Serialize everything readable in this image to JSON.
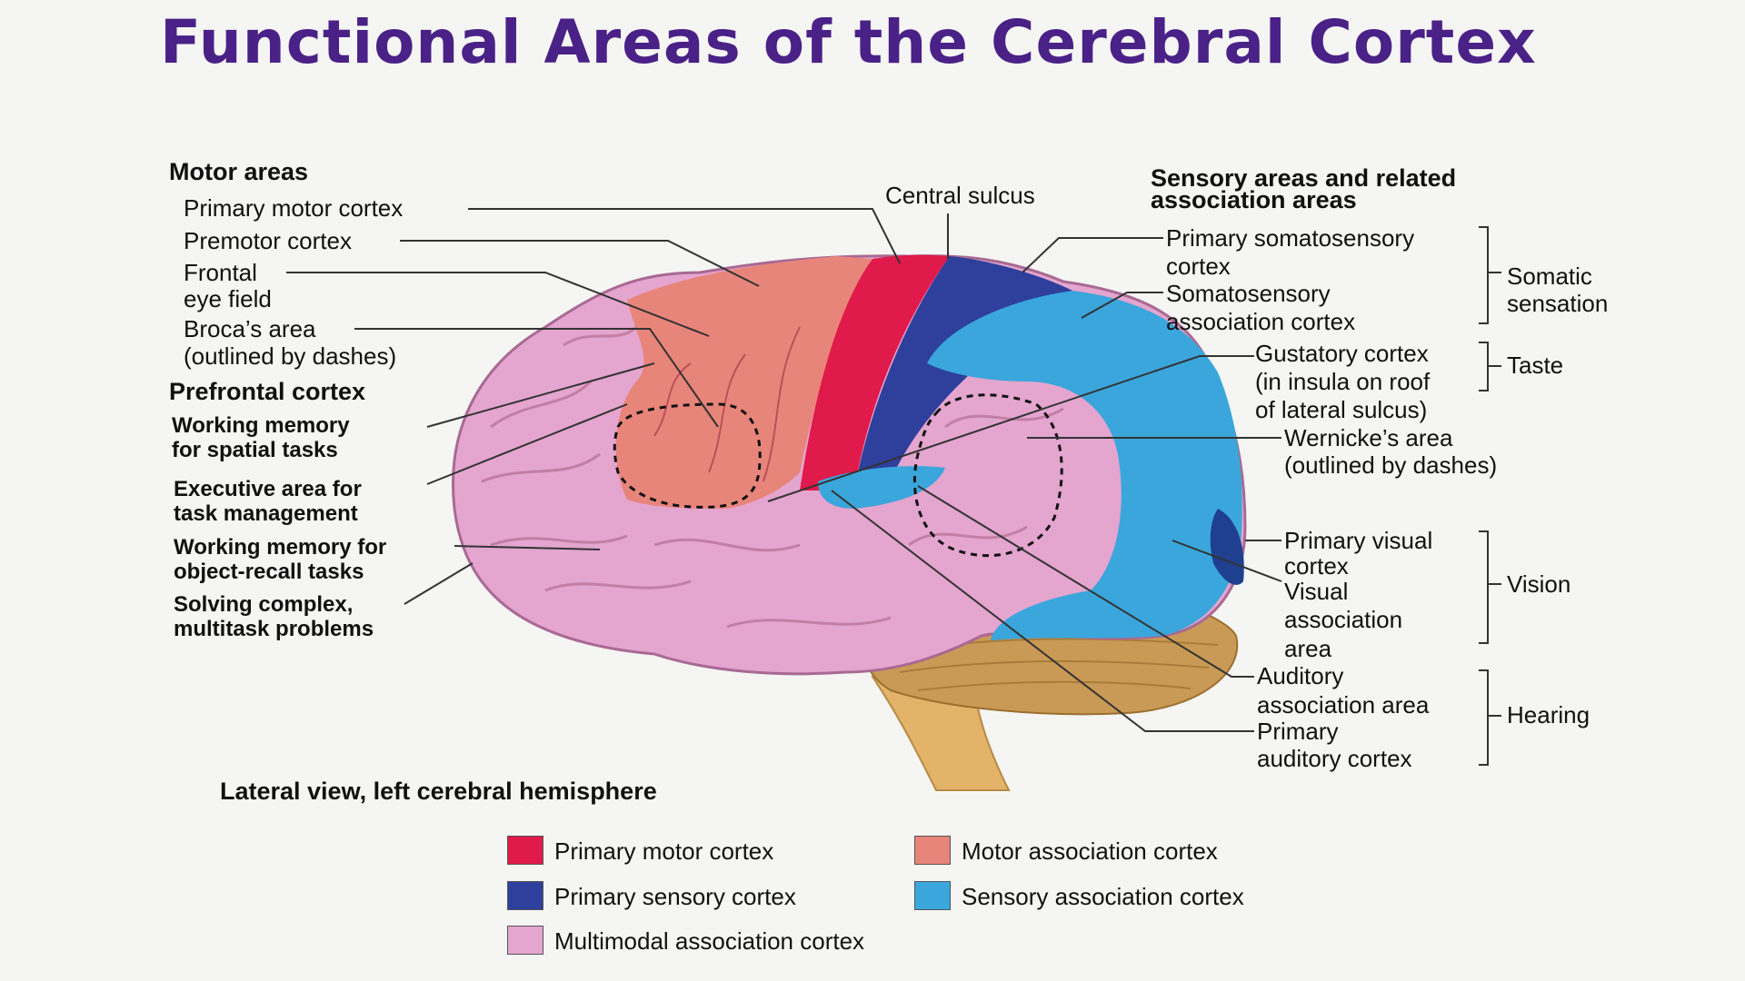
{
  "title": "Functional Areas of the Cerebral Cortex",
  "motor": {
    "heading": "Motor areas",
    "primary_motor": "Primary motor cortex",
    "premotor": "Premotor cortex",
    "frontal_eye_1": "Frontal",
    "frontal_eye_2": "eye field",
    "broca_1": "Broca’s area",
    "broca_2": "(outlined by dashes)"
  },
  "prefrontal": {
    "heading": "Prefrontal cortex",
    "wm_spatial_1": "Working memory",
    "wm_spatial_2": "for spatial tasks",
    "exec_1": "Executive area for",
    "exec_2": "task management",
    "wm_object_1": "Working memory for",
    "wm_object_2": "object-recall tasks",
    "solving_1": "Solving complex,",
    "solving_2": "multitask problems"
  },
  "central_sulcus": "Central sulcus",
  "sensory": {
    "heading_1": "Sensory areas and related",
    "heading_2": "association areas",
    "prim_soma_1": "Primary somatosensory",
    "prim_soma_2": "cortex",
    "soma_assoc_1": "Somatosensory",
    "soma_assoc_2": "association cortex",
    "somatic_1": "Somatic",
    "somatic_2": "sensation",
    "gustatory_1": "Gustatory cortex",
    "gustatory_2": "(in insula on roof",
    "gustatory_3": "of lateral sulcus)",
    "taste": "Taste",
    "wernicke_1": "Wernicke’s area",
    "wernicke_2": "(outlined by dashes)",
    "prim_visual_1": "Primary visual",
    "prim_visual_2": "cortex",
    "vis_assoc_1": "Visual",
    "vis_assoc_2": "association",
    "vis_assoc_3": "area",
    "vision": "Vision",
    "aud_assoc_1": "Auditory",
    "aud_assoc_2": "association area",
    "prim_aud_1": "Primary",
    "prim_aud_2": "auditory cortex",
    "hearing": "Hearing"
  },
  "caption": "Lateral view, left cerebral hemisphere",
  "legend": {
    "items": [
      {
        "label": "Primary motor cortex",
        "color": "#e01a4a"
      },
      {
        "label": "Motor association cortex",
        "color": "#e8857a"
      },
      {
        "label": "Primary sensory cortex",
        "color": "#2e3f9c"
      },
      {
        "label": "Sensory association cortex",
        "color": "#3aa6dc"
      },
      {
        "label": "Multimodal association cortex",
        "color": "#e4a5cf"
      }
    ]
  }
}
